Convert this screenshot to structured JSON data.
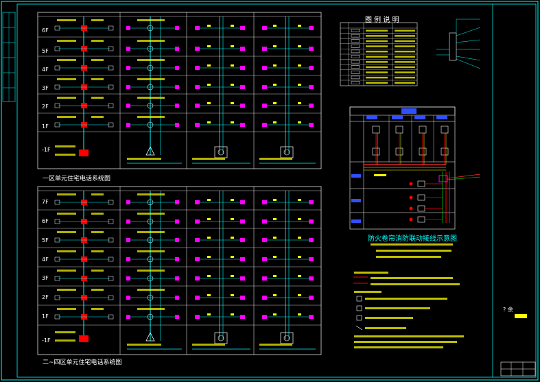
{
  "drawing": {
    "floors_section1": [
      "6F",
      "5F",
      "4F",
      "3F",
      "2F",
      "1F",
      "-1F"
    ],
    "floors_section2": [
      "7F",
      "6F",
      "5F",
      "4F",
      "3F",
      "2F",
      "1F",
      "-1F"
    ],
    "legend_title": "图 例 说 明",
    "section1_title": "一区单元住宅电话系统图",
    "section2_title": "二~四区单元住宅电话系统图",
    "linkage_title": "防火卷帘消防联动接线示意图",
    "right_note": "? 余",
    "colors": {
      "frame": "#00ffff",
      "text": "#ffffff",
      "red": "#ff0000",
      "yellow": "#ffff00",
      "magenta": "#ff00ff",
      "green": "#00ff00",
      "blue": "#3050ff"
    }
  }
}
